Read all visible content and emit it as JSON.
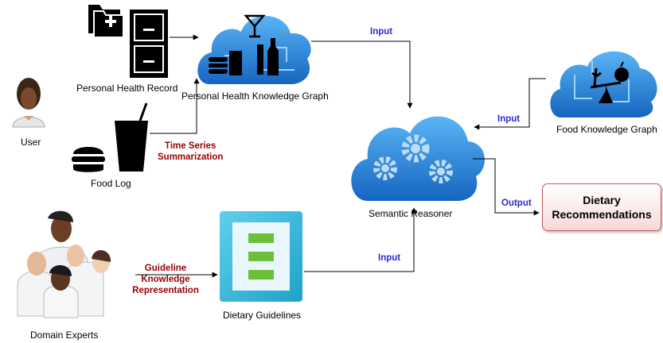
{
  "nodes": {
    "personal_health_record": "Personal Health Record",
    "personal_health_kg": "Personal Health Knowledge Graph",
    "user": "User",
    "food_log": "Food Log",
    "domain_experts": "Domain Experts",
    "dietary_guidelines": "Dietary Guidelines",
    "semantic_reasoner": "Semantic Reasoner",
    "food_kg": "Food Knowledge Graph",
    "dietary_recommendations_line1": "Dietary",
    "dietary_recommendations_line2": "Recommendations"
  },
  "edges": {
    "input_top": "Input",
    "input_food_kg": "Input",
    "input_guidelines": "Input",
    "output": "Output",
    "time_series_line1": "Time Series",
    "time_series_line2": "Summarization",
    "guideline_line1": "Guideline",
    "guideline_line2": "Knowledge",
    "guideline_line3": "Representation"
  },
  "colors": {
    "cloud_blue": "#1e88e5",
    "input_label": "#2b2bd9",
    "annotation_red": "#990000",
    "output_border": "#c55a5a",
    "guideline_green": "#6cbf3a",
    "guideline_frame": "#29b6d8"
  }
}
